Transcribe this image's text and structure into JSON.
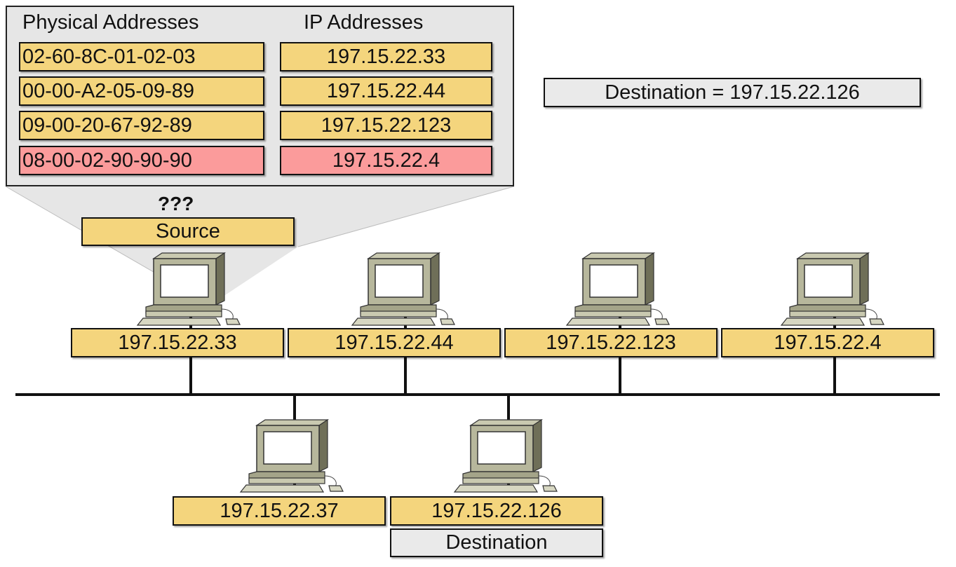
{
  "arp_table": {
    "physical_header": "Physical Addresses",
    "ip_header": "IP Addresses",
    "rows": [
      {
        "mac": "02-60-8C-01-02-03",
        "ip": "197.15.22.33",
        "highlight": false
      },
      {
        "mac": "00-00-A2-05-09-89",
        "ip": "197.15.22.44",
        "highlight": false
      },
      {
        "mac": "09-00-20-67-92-89",
        "ip": "197.15.22.123",
        "highlight": false
      },
      {
        "mac": "08-00-02-90-90-90",
        "ip": "197.15.22.4",
        "highlight": true
      }
    ]
  },
  "destination_note": "Destination = 197.15.22.126",
  "unknown_marker": "???",
  "source_label": "Source",
  "destination_label": "Destination",
  "hosts": [
    "197.15.22.33",
    "197.15.22.44",
    "197.15.22.123",
    "197.15.22.4",
    "197.15.22.37",
    "197.15.22.126"
  ],
  "colors": {
    "table_fill": "#f4d57d",
    "highlight_fill": "#fb9b9b",
    "label_fill": "#eaeaea",
    "callout_fill": "#e6e6e6"
  }
}
